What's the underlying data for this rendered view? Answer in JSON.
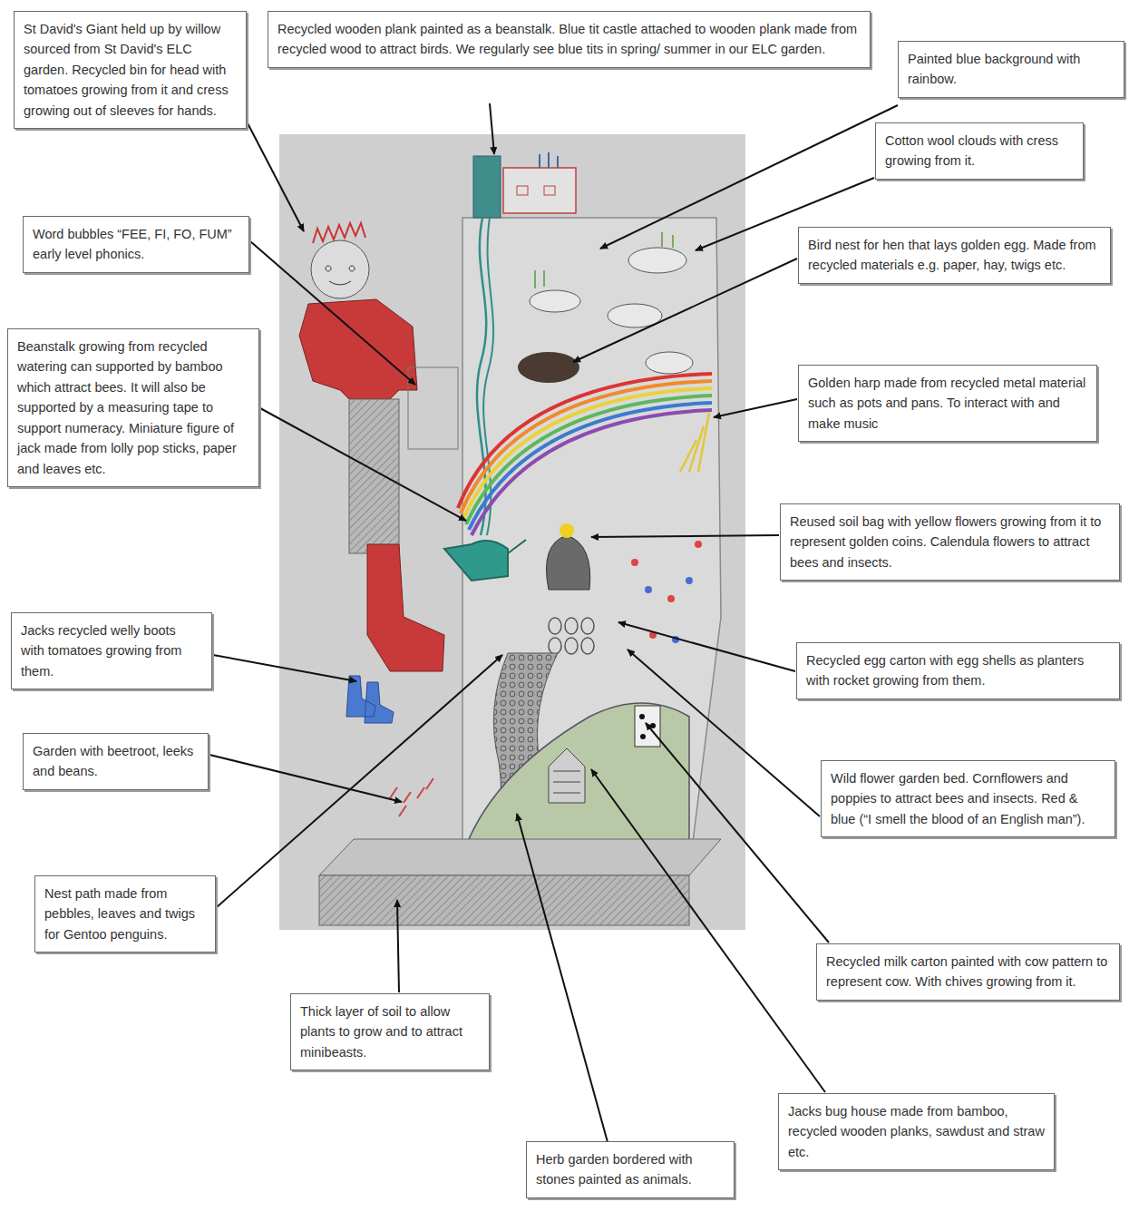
{
  "diagram": {
    "nodes": [
      {
        "text": [
          "St David's Giant held up by willow sourced from St David's ELC garden. Recycled bin for head with tomatoes growing from it and cress growing out of sleeves for hands."
        ]
      },
      {
        "text": [
          "Recycled wooden plank painted as a beanstalk. Blue tit castle attached to wooden plank made from recycled wood to attract birds. We regularly see blue tits in spring/ summer in our ELC garden."
        ]
      },
      {
        "text": [
          "Painted blue background with rainbow."
        ]
      },
      {
        "text": [
          "Cotton wool clouds with cress growing from it."
        ]
      },
      {
        "text": [
          "Word bubbles “FEE, FI, FO, FUM” early level phonics."
        ]
      },
      {
        "text": [
          "Bird nest for hen that lays golden egg. Made from recycled materials e.g. paper, hay, twigs etc."
        ]
      },
      {
        "text": [
          "Beanstalk growing from recycled watering can supported by bamboo which attract bees. It will also be supported by a measuring tape to support numeracy. Miniature figure of jack made from lolly pop sticks, paper and leaves etc."
        ]
      },
      {
        "text": [
          "Golden harp made from recycled metal material such as pots and pans. To interact with and make music"
        ]
      },
      {
        "text": [
          "Reused soil bag with yellow flowers growing from it to represent golden coins. Calendula flowers to attract bees and insects."
        ]
      },
      {
        "text": [
          "Jacks recycled welly boots with tomatoes growing from them."
        ]
      },
      {
        "text": [
          "Recycled egg carton with egg shells as planters with rocket growing from them."
        ]
      },
      {
        "text": [
          "Garden with beetroot, leeks and beans."
        ]
      },
      {
        "text": [
          "Wild flower garden bed. Cornflowers and poppies to attract bees and insects. Red & blue (“I smell the blood of an English man”)."
        ]
      },
      {
        "text": [
          "Nest path made from pebbles, leaves and twigs for Gentoo penguins."
        ]
      },
      {
        "text": [
          "Thick layer of soil to allow plants to grow and to attract minibeasts."
        ]
      },
      {
        "text": [
          "Recycled milk carton painted with cow pattern to represent cow. With chives growing from it."
        ]
      },
      {
        "text": [
          "Jacks bug house made from bamboo, recycled wooden planks, sawdust and straw etc."
        ]
      },
      {
        "text": [
          "Herb garden bordered with stones painted as animals."
        ]
      }
    ]
  }
}
